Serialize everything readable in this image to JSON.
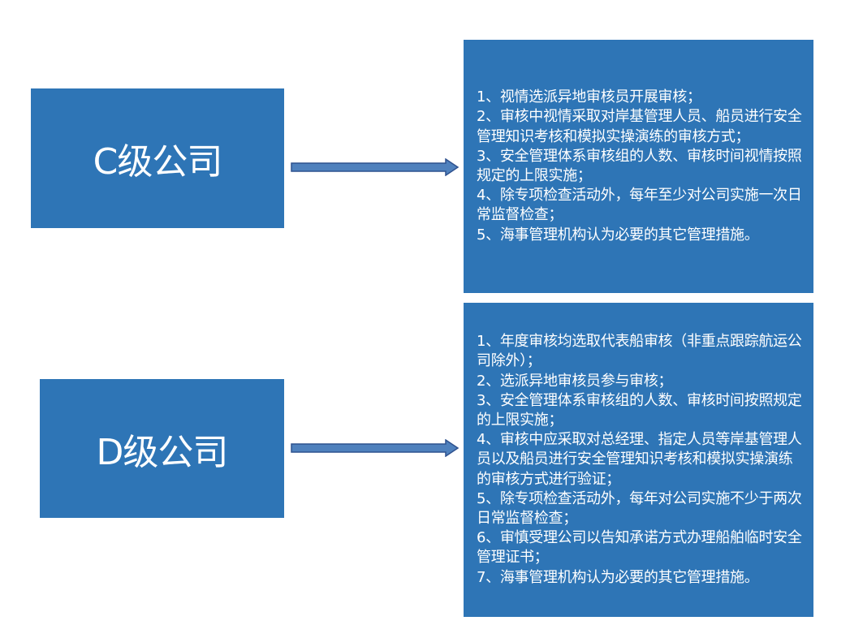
{
  "c_company": {
    "label": "C级公司",
    "measures": [
      "1、视情选派异地审核员开展审核；",
      "2、审核中视情采取对岸基管理人员、船员进行安全管理知识考核和模拟实操演练的审核方式；",
      "3、安全管理体系审核组的人数、审核时间视情按照规定的上限实施；",
      "4、除专项检查活动外，每年至少对公司实施一次日常监督检查；",
      "5、海事管理机构认为必要的其它管理措施。"
    ]
  },
  "d_company": {
    "label": "D级公司",
    "measures": [
      "1、年度审核均选取代表船审核（非重点跟踪航运公司除外）；",
      "2、选派异地审核员参与审核；",
      "3、安全管理体系审核组的人数、审核时间按照规定的上限实施；",
      "4、审核中应采取对总经理、指定人员等岸基管理人员以及船员进行安全管理知识考核和模拟实操演练的审核方式进行验证；",
      "5、除专项检查活动外，每年对公司实施不少于两次日常监督检查；",
      "6、审慎受理公司以告知承诺方式办理船舶临时安全管理证书；",
      "7、海事管理机构认为必要的其它管理措施。"
    ]
  },
  "colors": {
    "box_fill": "#2e75b6",
    "arrow_fill": "#4f81bd",
    "arrow_stroke": "#2f528f",
    "text": "#ffffff"
  }
}
